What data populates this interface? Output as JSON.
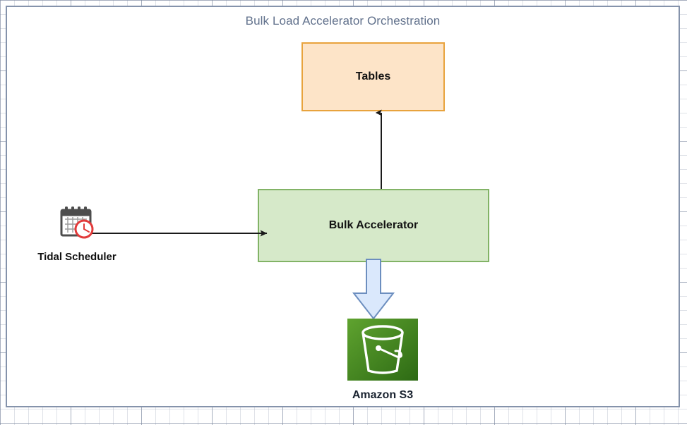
{
  "diagram": {
    "title": "Bulk Load Accelerator Orchestration",
    "title_color": "#61718c",
    "frame_color": "#8593ab",
    "background": "#ffffff"
  },
  "nodes": {
    "tables": {
      "label": "Tables",
      "fill": "#fde4c8",
      "stroke": "#e8a33d"
    },
    "accelerator": {
      "label": "Bulk Accelerator",
      "fill": "#d6e9c9",
      "stroke": "#82b366"
    },
    "scheduler": {
      "label": "Tidal Scheduler",
      "icon": "calendar-clock-icon",
      "icon_body_color": "#ffffff",
      "icon_frame_color": "#4d4d4d",
      "icon_clock_color": "#e23b3b"
    },
    "s3": {
      "label": "Amazon S3",
      "icon": "amazon-s3-bucket-icon",
      "icon_fill_light": "#5a9c2e",
      "icon_fill_dark": "#2d6a14",
      "icon_glyph_color": "#ffffff",
      "label_color": "#1a2330"
    }
  },
  "connectors": {
    "scheduler_to_accelerator": {
      "name": "arrow-scheduler-to-accelerator",
      "color": "#1a1a1a",
      "style": "thin-line-arrow",
      "direction": "right"
    },
    "accelerator_to_tables": {
      "name": "arrow-accelerator-to-tables",
      "color": "#1a1a1a",
      "style": "thin-line-arrow",
      "direction": "up"
    },
    "accelerator_to_s3": {
      "name": "arrow-accelerator-to-s3",
      "fill": "#dae8fc",
      "stroke": "#6c8ebf",
      "style": "block-arrow",
      "direction": "down"
    }
  }
}
